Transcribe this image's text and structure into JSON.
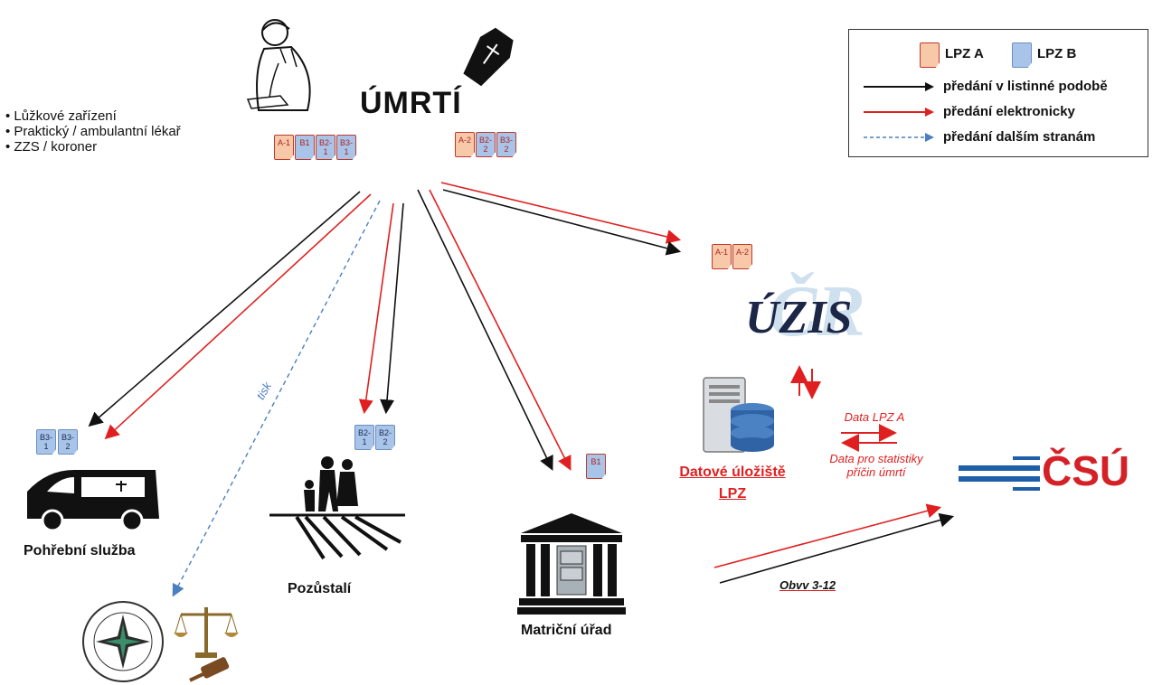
{
  "title": "ÚMRTÍ",
  "sources": [
    "Lůžkové zařízení",
    "Praktický / ambulantní lékař",
    "ZZS / koroner"
  ],
  "documents": {
    "top_group1": [
      "A-1",
      "B1",
      "B2-\n1",
      "B3-\n1"
    ],
    "top_group2": [
      "A-2",
      "B2-\n2",
      "B3-\n2"
    ],
    "uzis": [
      "A-1",
      "A-2"
    ],
    "pohrebni": [
      "B3-\n1",
      "B3-\n2"
    ],
    "pozustali": [
      "B2-\n1",
      "B2-\n2"
    ],
    "matricni": [
      "B1"
    ]
  },
  "legend": {
    "lpz_a": "LPZ A",
    "lpz_b": "LPZ B",
    "paper": "předání v listinné podobě",
    "electronic": "předání elektronicky",
    "others": "předání dalším stranám"
  },
  "nodes": {
    "pohrebni": "Pohřební služba",
    "pozustali": "Pozůstalí",
    "matricni": "Matriční úřad",
    "uzis": "ÚZIS",
    "uzis_bg": "ČR",
    "uloziste_line1": "Datové úložiště",
    "uloziste_line2": "LPZ",
    "csu": "ČSÚ"
  },
  "labels": {
    "tisk": "tisk",
    "data_lpz_a": "Data LPZ A",
    "data_stat": "Data pro statistiky příčin úmrtí",
    "obvv": "Obvv 3-12"
  },
  "colors": {
    "paper": "#111111",
    "electronic": "#e02020",
    "others": "#4a7fc1",
    "csu": "#d62027",
    "csu_bars": "#1f5fa8",
    "uzis_text": "#1c2748"
  }
}
